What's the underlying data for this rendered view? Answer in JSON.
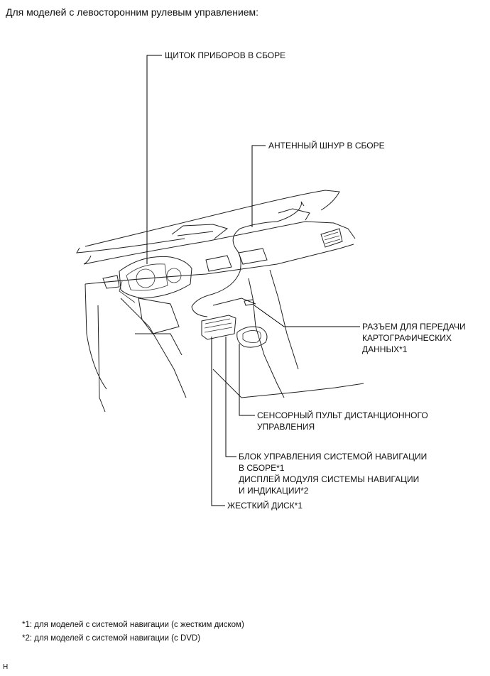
{
  "heading": "Для моделей с левосторонним рулевым управлением:",
  "labels": {
    "cluster": "ЩИТОК ПРИБОРОВ В СБОРЕ",
    "antenna": "АНТЕННЫЙ ШНУР В СБОРЕ",
    "connector": [
      "РАЗЪЕМ ДЛЯ ПЕРЕДАЧИ",
      "КАРТОГРАФИЧЕСКИХ",
      "ДАННЫХ*1"
    ],
    "remote": [
      "СЕНСОРНЫЙ ПУЛЬТ ДИСТАНЦИОННОГО",
      "УПРАВЛЕНИЯ"
    ],
    "nav": [
      "БЛОК УПРАВЛЕНИЯ СИСТЕМОЙ НАВИГАЦИИ",
      "В СБОРЕ*1",
      "ДИСПЛЕЙ МОДУЛЯ СИСТЕМЫ НАВИГАЦИИ",
      "И ИНДИКАЦИИ*2"
    ],
    "hdd": "ЖЕСТКИЙ ДИСК*1"
  },
  "footnotes": [
    "*1: для моделей с системой навигации (с жестким диском)",
    "*2: для моделей с системой навигации (с DVD)"
  ],
  "corner_mark": "H"
}
